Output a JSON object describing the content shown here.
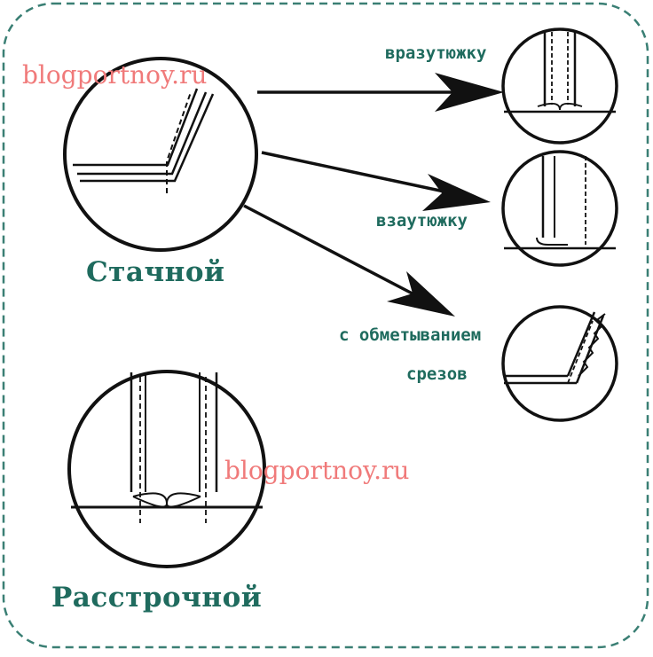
{
  "watermark": {
    "text_top": "blogportnoy.ru",
    "text_bottom": "blogportnoy.ru",
    "color": "#f07a7a"
  },
  "labels": {
    "seam_plain": "Стачной",
    "seam_open": "Расстрочной",
    "variant_open": "вразутюжку",
    "variant_pressed": "взаутюжку",
    "variant_overlock_line1": "с обметыванием",
    "variant_overlock_line2": "срезов"
  },
  "colors": {
    "label_teal": "#1f6b5e",
    "frame_teal": "#3a7f74",
    "ink": "#111111"
  }
}
